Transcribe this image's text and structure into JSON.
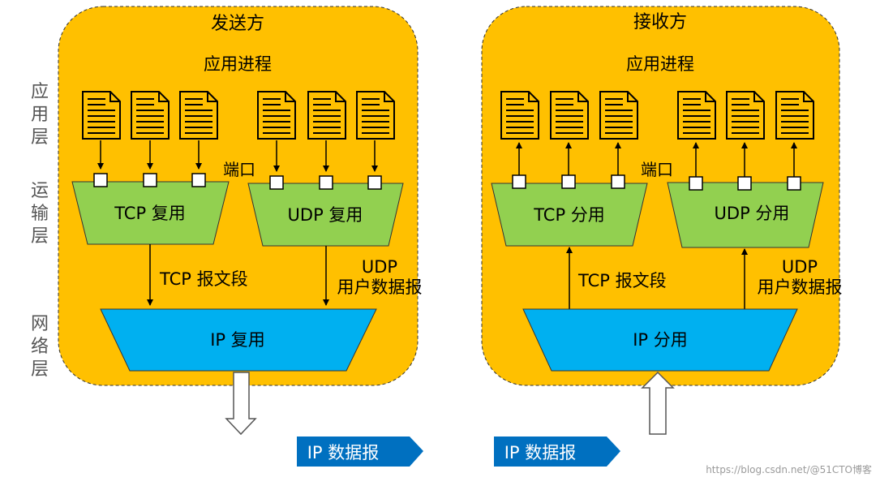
{
  "sender": {
    "title": "发送方",
    "process_label": "应用进程",
    "port_label": "端口",
    "tcp_mux_label": "TCP 复用",
    "udp_mux_label": "UDP 复用",
    "tcp_segment_label": "TCP 报文段",
    "udp_label_line1": "UDP",
    "udp_label_line2": "用户数据报",
    "ip_mux_label": "IP 复用",
    "datagram_label": "IP 数据报"
  },
  "receiver": {
    "title": "接收方",
    "process_label": "应用进程",
    "port_label": "端口",
    "tcp_demux_label": "TCP 分用",
    "udp_demux_label": "UDP 分用",
    "tcp_segment_label": "TCP 报文段",
    "udp_label_line1": "UDP",
    "udp_label_line2": "用户数据报",
    "ip_demux_label": "IP 分用",
    "datagram_label": "IP 数据报"
  },
  "layers": {
    "application": [
      "应",
      "用",
      "层"
    ],
    "transport": [
      "运",
      "输",
      "层"
    ],
    "network": [
      "网",
      "络",
      "层"
    ]
  },
  "watermark": "https://blog.csdn.net/@51CTO博客",
  "colors": {
    "panel_fill": "#FFC000",
    "mux_fill": "#92D050",
    "ip_fill": "#00B0F0",
    "datagram_fill": "#0070C0"
  }
}
